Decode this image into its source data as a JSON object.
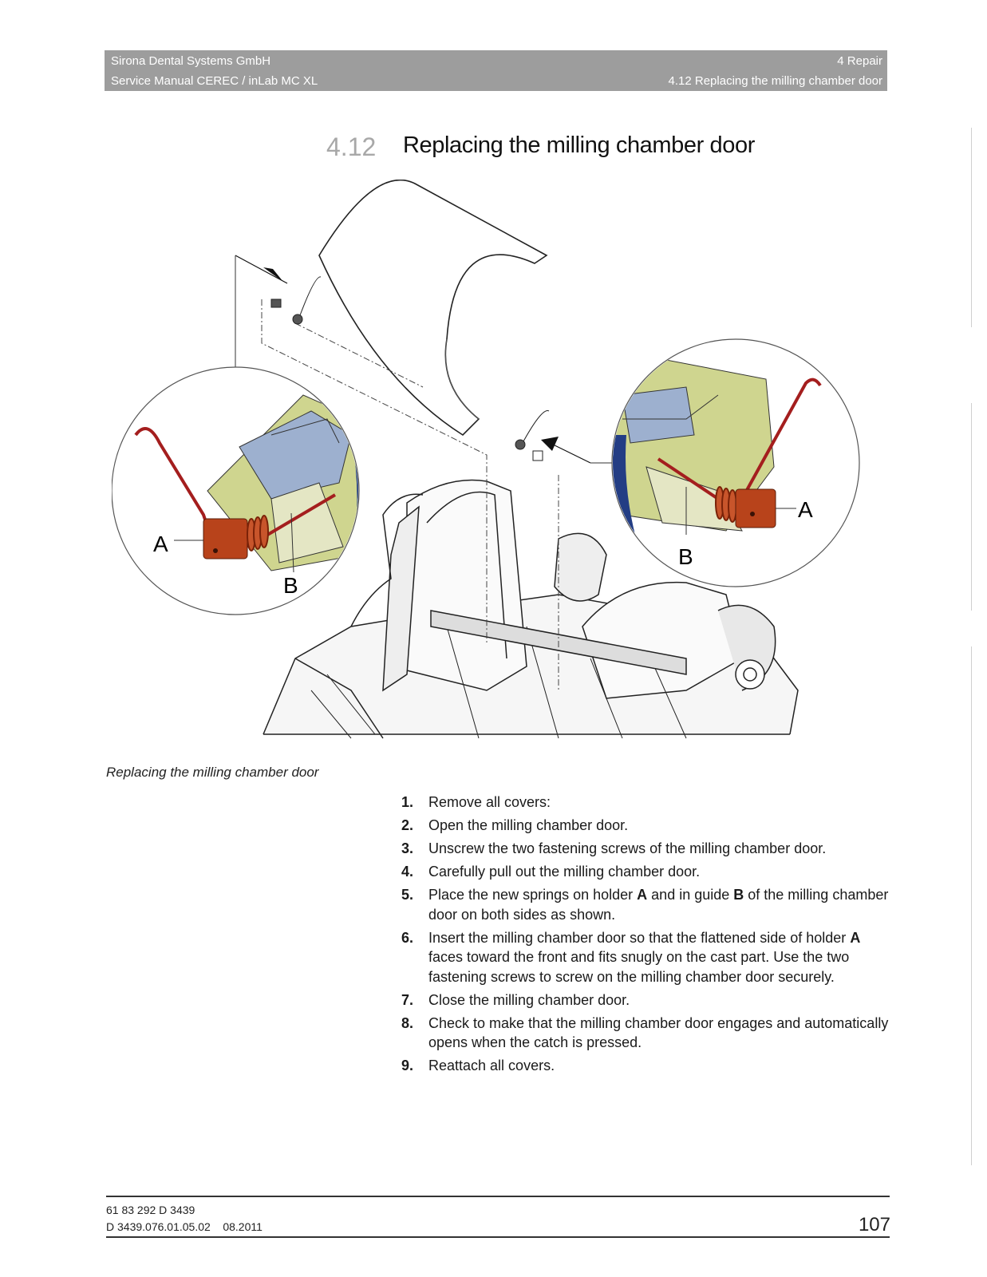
{
  "header": {
    "company": "Sirona Dental Systems GmbH",
    "manual": "Service Manual CEREC / inLab MC XL",
    "chapter": "4 Repair",
    "section": "4.12 Replacing the milling chamber door"
  },
  "section": {
    "number": "4.12",
    "title": "Replacing the milling chamber door"
  },
  "figure": {
    "caption": "Replacing the milling chamber door",
    "labels": {
      "left_a": "A",
      "left_b": "B",
      "right_a": "A",
      "right_b": "B"
    }
  },
  "steps": [
    {
      "n": "1.",
      "text": "Remove all covers:"
    },
    {
      "n": "2.",
      "text": "Open the milling chamber door."
    },
    {
      "n": "3.",
      "text": "Unscrew the two fastening screws of the milling chamber door."
    },
    {
      "n": "4.",
      "text": "Carefully pull out the milling chamber door."
    },
    {
      "n": "5.",
      "parts": [
        "Place the new springs on holder ",
        "A",
        " and in guide ",
        "B",
        " of the milling chamber door on both sides as shown."
      ]
    },
    {
      "n": "6.",
      "parts": [
        "Insert the milling chamber door so that the flattened side of holder ",
        "A",
        " faces toward the front and fits snugly on the cast part. Use the two fastening screws to screw on the milling chamber door securely."
      ]
    },
    {
      "n": "7.",
      "text": "Close the milling chamber door."
    },
    {
      "n": "8.",
      "text": "Check to make that the milling chamber door engages and automatically opens when the catch is pressed."
    },
    {
      "n": "9.",
      "text": "Reattach all covers."
    }
  ],
  "footer": {
    "doc_no": "61 83 292 D 3439",
    "doc_code": "D 3439.076.01.05.02",
    "date": "08.2011",
    "page": "107"
  }
}
